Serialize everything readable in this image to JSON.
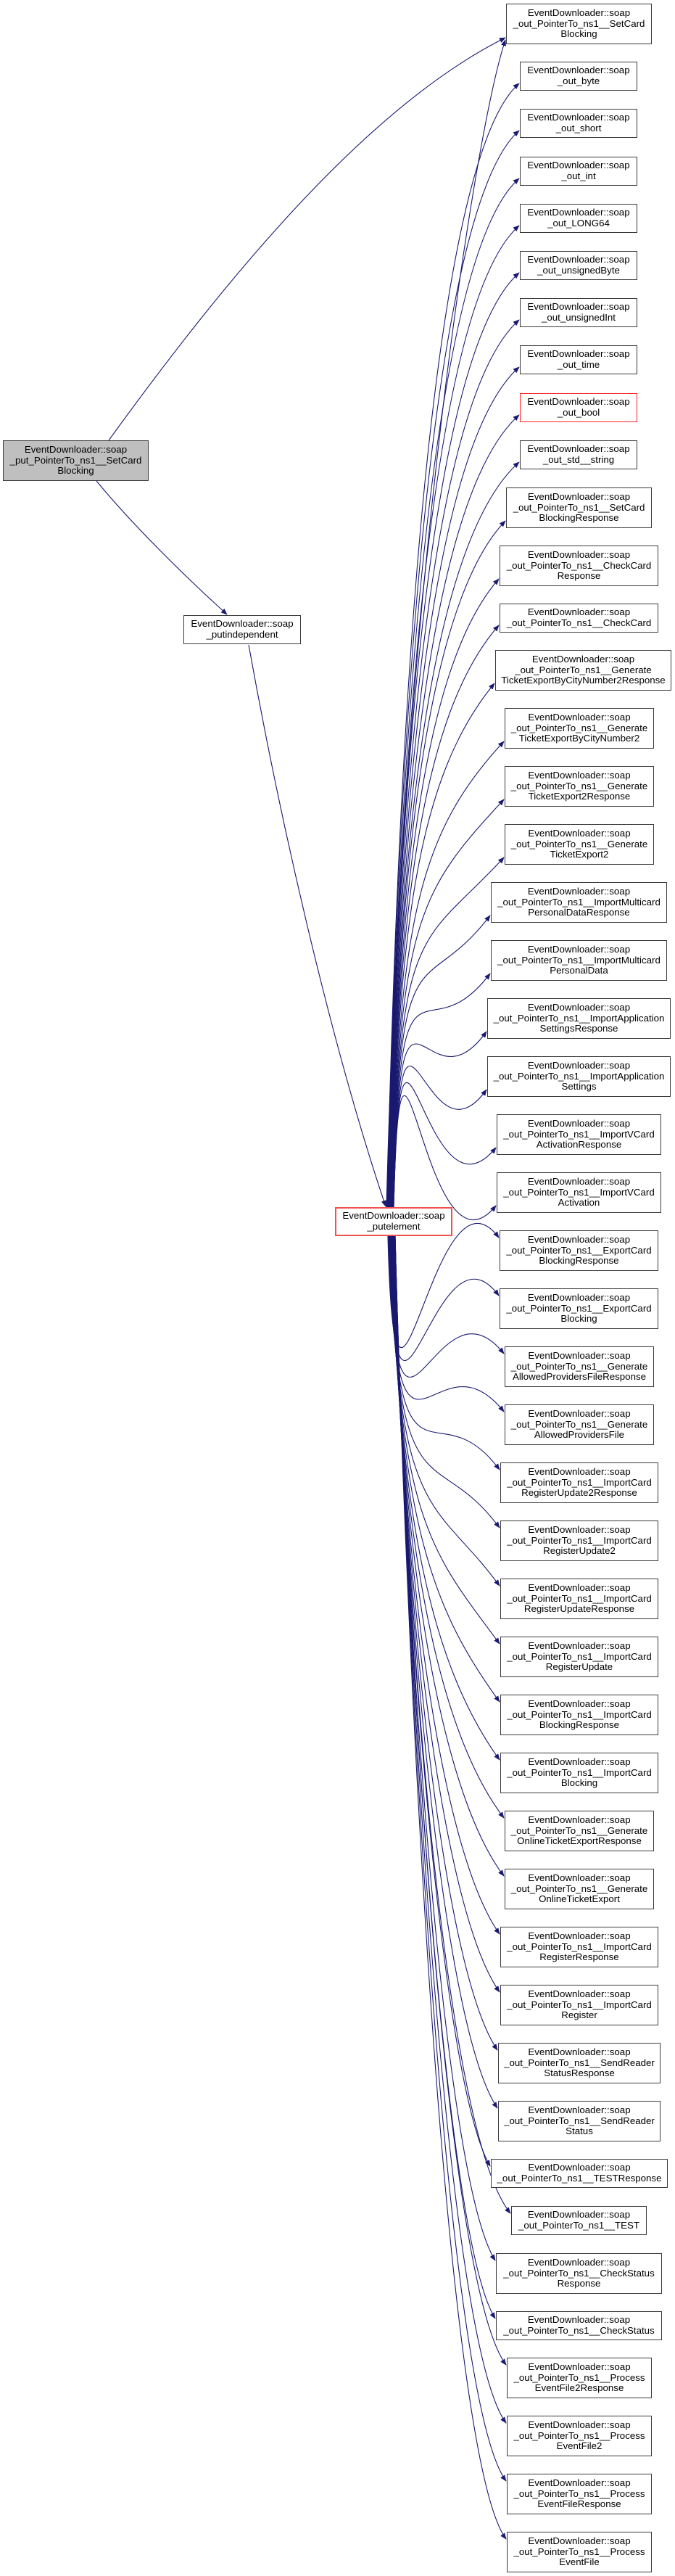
{
  "diagram": {
    "type": "call-graph",
    "edge_color": "#191970",
    "root": {
      "id": "root",
      "lines": [
        "EventDownloader::soap",
        "_put_PointerTo_ns1__SetCard",
        "Blocking"
      ],
      "highlight": "gray"
    },
    "putindependent": {
      "id": "putindependent",
      "lines": [
        "EventDownloader::soap",
        "_putindependent"
      ]
    },
    "putelement": {
      "id": "putelement",
      "lines": [
        "EventDownloader::soap",
        "_putelement"
      ],
      "highlight": "red"
    },
    "targets": [
      {
        "lines": [
          "EventDownloader::soap",
          "_out_PointerTo_ns1__SetCard",
          "Blocking"
        ]
      },
      {
        "lines": [
          "EventDownloader::soap",
          "_out_byte"
        ]
      },
      {
        "lines": [
          "EventDownloader::soap",
          "_out_short"
        ]
      },
      {
        "lines": [
          "EventDownloader::soap",
          "_out_int"
        ]
      },
      {
        "lines": [
          "EventDownloader::soap",
          "_out_LONG64"
        ]
      },
      {
        "lines": [
          "EventDownloader::soap",
          "_out_unsignedByte"
        ]
      },
      {
        "lines": [
          "EventDownloader::soap",
          "_out_unsignedInt"
        ]
      },
      {
        "lines": [
          "EventDownloader::soap",
          "_out_time"
        ]
      },
      {
        "lines": [
          "EventDownloader::soap",
          "_out_bool"
        ],
        "highlight": "red"
      },
      {
        "lines": [
          "EventDownloader::soap",
          "_out_std__string"
        ]
      },
      {
        "lines": [
          "EventDownloader::soap",
          "_out_PointerTo_ns1__SetCard",
          "BlockingResponse"
        ]
      },
      {
        "lines": [
          "EventDownloader::soap",
          "_out_PointerTo_ns1__CheckCard",
          "Response"
        ]
      },
      {
        "lines": [
          "EventDownloader::soap",
          "_out_PointerTo_ns1__CheckCard"
        ]
      },
      {
        "lines": [
          "EventDownloader::soap",
          "_out_PointerTo_ns1__Generate",
          "TicketExportByCityNumber2Response"
        ]
      },
      {
        "lines": [
          "EventDownloader::soap",
          "_out_PointerTo_ns1__Generate",
          "TicketExportByCityNumber2"
        ]
      },
      {
        "lines": [
          "EventDownloader::soap",
          "_out_PointerTo_ns1__Generate",
          "TicketExport2Response"
        ]
      },
      {
        "lines": [
          "EventDownloader::soap",
          "_out_PointerTo_ns1__Generate",
          "TicketExport2"
        ]
      },
      {
        "lines": [
          "EventDownloader::soap",
          "_out_PointerTo_ns1__ImportMulticard",
          "PersonalDataResponse"
        ]
      },
      {
        "lines": [
          "EventDownloader::soap",
          "_out_PointerTo_ns1__ImportMulticard",
          "PersonalData"
        ]
      },
      {
        "lines": [
          "EventDownloader::soap",
          "_out_PointerTo_ns1__ImportApplication",
          "SettingsResponse"
        ]
      },
      {
        "lines": [
          "EventDownloader::soap",
          "_out_PointerTo_ns1__ImportApplication",
          "Settings"
        ]
      },
      {
        "lines": [
          "EventDownloader::soap",
          "_out_PointerTo_ns1__ImportVCard",
          "ActivationResponse"
        ]
      },
      {
        "lines": [
          "EventDownloader::soap",
          "_out_PointerTo_ns1__ImportVCard",
          "Activation"
        ]
      },
      {
        "lines": [
          "EventDownloader::soap",
          "_out_PointerTo_ns1__ExportCard",
          "BlockingResponse"
        ]
      },
      {
        "lines": [
          "EventDownloader::soap",
          "_out_PointerTo_ns1__ExportCard",
          "Blocking"
        ]
      },
      {
        "lines": [
          "EventDownloader::soap",
          "_out_PointerTo_ns1__Generate",
          "AllowedProvidersFileResponse"
        ]
      },
      {
        "lines": [
          "EventDownloader::soap",
          "_out_PointerTo_ns1__Generate",
          "AllowedProvidersFile"
        ]
      },
      {
        "lines": [
          "EventDownloader::soap",
          "_out_PointerTo_ns1__ImportCard",
          "RegisterUpdate2Response"
        ]
      },
      {
        "lines": [
          "EventDownloader::soap",
          "_out_PointerTo_ns1__ImportCard",
          "RegisterUpdate2"
        ]
      },
      {
        "lines": [
          "EventDownloader::soap",
          "_out_PointerTo_ns1__ImportCard",
          "RegisterUpdateResponse"
        ]
      },
      {
        "lines": [
          "EventDownloader::soap",
          "_out_PointerTo_ns1__ImportCard",
          "RegisterUpdate"
        ]
      },
      {
        "lines": [
          "EventDownloader::soap",
          "_out_PointerTo_ns1__ImportCard",
          "BlockingResponse"
        ]
      },
      {
        "lines": [
          "EventDownloader::soap",
          "_out_PointerTo_ns1__ImportCard",
          "Blocking"
        ]
      },
      {
        "lines": [
          "EventDownloader::soap",
          "_out_PointerTo_ns1__Generate",
          "OnlineTicketExportResponse"
        ]
      },
      {
        "lines": [
          "EventDownloader::soap",
          "_out_PointerTo_ns1__Generate",
          "OnlineTicketExport"
        ]
      },
      {
        "lines": [
          "EventDownloader::soap",
          "_out_PointerTo_ns1__ImportCard",
          "RegisterResponse"
        ]
      },
      {
        "lines": [
          "EventDownloader::soap",
          "_out_PointerTo_ns1__ImportCard",
          "Register"
        ]
      },
      {
        "lines": [
          "EventDownloader::soap",
          "_out_PointerTo_ns1__SendReader",
          "StatusResponse"
        ]
      },
      {
        "lines": [
          "EventDownloader::soap",
          "_out_PointerTo_ns1__SendReader",
          "Status"
        ]
      },
      {
        "lines": [
          "EventDownloader::soap",
          "_out_PointerTo_ns1__TESTResponse"
        ]
      },
      {
        "lines": [
          "EventDownloader::soap",
          "_out_PointerTo_ns1__TEST"
        ]
      },
      {
        "lines": [
          "EventDownloader::soap",
          "_out_PointerTo_ns1__CheckStatus",
          "Response"
        ]
      },
      {
        "lines": [
          "EventDownloader::soap",
          "_out_PointerTo_ns1__CheckStatus"
        ]
      },
      {
        "lines": [
          "EventDownloader::soap",
          "_out_PointerTo_ns1__Process",
          "EventFile2Response"
        ]
      },
      {
        "lines": [
          "EventDownloader::soap",
          "_out_PointerTo_ns1__Process",
          "EventFile2"
        ]
      },
      {
        "lines": [
          "EventDownloader::soap",
          "_out_PointerTo_ns1__Process",
          "EventFileResponse"
        ]
      },
      {
        "lines": [
          "EventDownloader::soap",
          "_out_PointerTo_ns1__Process",
          "EventFile"
        ]
      }
    ],
    "edges": [
      {
        "from": "root",
        "to": "target:0"
      },
      {
        "from": "root",
        "to": "putindependent"
      },
      {
        "from": "putindependent",
        "to": "putelement"
      },
      {
        "from": "putelement",
        "to": "all-targets"
      }
    ]
  }
}
